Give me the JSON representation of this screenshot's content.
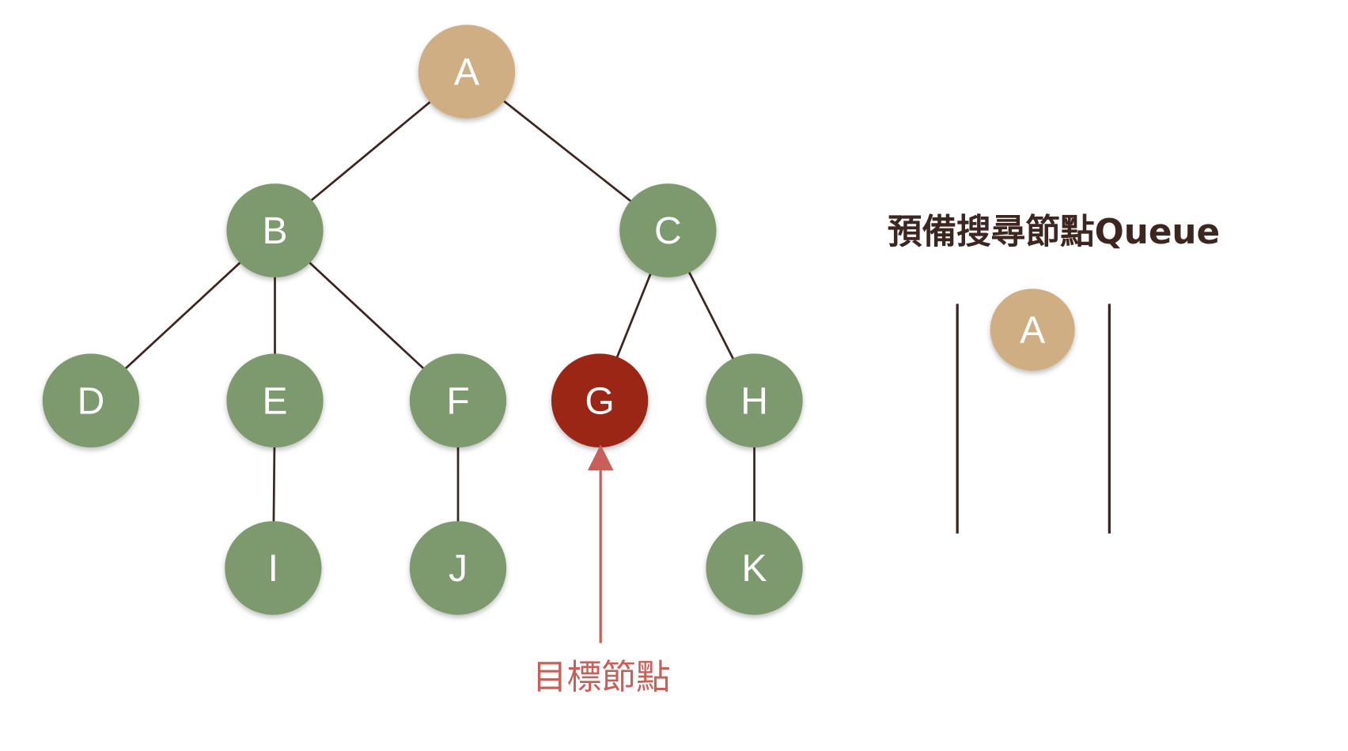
{
  "colors": {
    "visited": "#CFAE84",
    "unvisited": "#7C9A6E",
    "target": "#9B2519",
    "edge": "#3D2520",
    "annotation": "#C8605A"
  },
  "tree": {
    "nodes": [
      {
        "id": "A",
        "state": "visited"
      },
      {
        "id": "B",
        "state": "unvisited"
      },
      {
        "id": "C",
        "state": "unvisited"
      },
      {
        "id": "D",
        "state": "unvisited"
      },
      {
        "id": "E",
        "state": "unvisited"
      },
      {
        "id": "F",
        "state": "unvisited"
      },
      {
        "id": "G",
        "state": "target"
      },
      {
        "id": "H",
        "state": "unvisited"
      },
      {
        "id": "I",
        "state": "unvisited"
      },
      {
        "id": "J",
        "state": "unvisited"
      },
      {
        "id": "K",
        "state": "unvisited"
      }
    ],
    "edges": [
      [
        "A",
        "B"
      ],
      [
        "A",
        "C"
      ],
      [
        "B",
        "D"
      ],
      [
        "B",
        "E"
      ],
      [
        "B",
        "F"
      ],
      [
        "C",
        "G"
      ],
      [
        "C",
        "H"
      ],
      [
        "E",
        "I"
      ],
      [
        "F",
        "J"
      ],
      [
        "H",
        "K"
      ]
    ]
  },
  "target_label": "目標節點",
  "queue": {
    "title": "預備搜尋節點Queue",
    "items": [
      "A"
    ]
  }
}
